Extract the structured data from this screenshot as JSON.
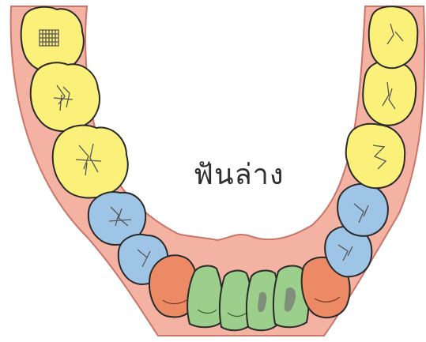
{
  "diagram": {
    "label": "ฟันล่าง",
    "colors": {
      "gum": "#f4b2a2",
      "gum_outline": "#c9756a",
      "molar": "#fbf07a",
      "premolar": "#9ec4e6",
      "canine": "#ec8a66",
      "incisor": "#9ccf8c",
      "outline": "#2a2a2a",
      "groove": "#555555"
    },
    "tooth_groups": [
      {
        "name": "molar",
        "count": 6
      },
      {
        "name": "premolar",
        "count": 4
      },
      {
        "name": "canine",
        "count": 2
      },
      {
        "name": "incisor",
        "count": 4
      }
    ]
  }
}
